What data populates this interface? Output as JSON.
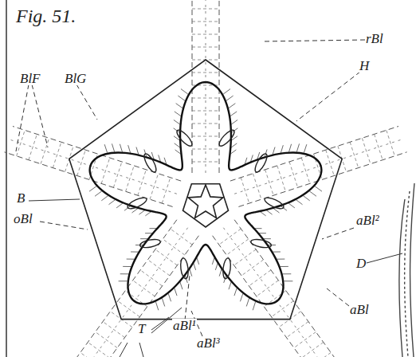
{
  "diagram": {
    "title": "Fig. 51.",
    "labels": [
      "rBl",
      "H",
      "BlF",
      "BlG",
      "B",
      "oBl",
      "aBl²",
      "D",
      "aBl",
      "aBl¹",
      "aBl³",
      "T"
    ]
  }
}
